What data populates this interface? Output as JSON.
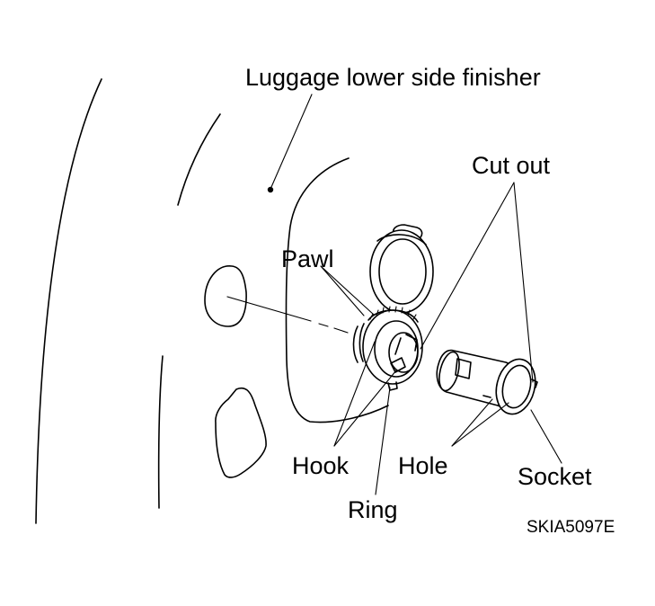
{
  "labels": {
    "finisher": "Luggage lower side finisher",
    "cut_out": "Cut out",
    "pawl": "Pawl",
    "hook": "Hook",
    "hole": "Hole",
    "socket": "Socket",
    "ring": "Ring",
    "figure_code": "SKIA5097E"
  }
}
